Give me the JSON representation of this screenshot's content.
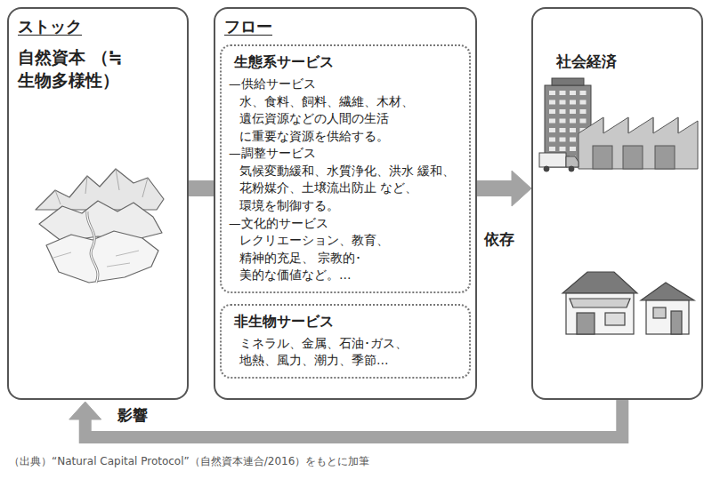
{
  "diagram": {
    "caption": "（出典）“Natural Capital Protocol”（自然資本連合/2016）をもとに加筆",
    "nodes": [
      {
        "text": [
          "ストック",
          "自然資本 （≒生物多様性）"
        ]
      },
      {
        "text": [
          "フロー"
        ]
      },
      {
        "text": [
          "生態系サービス",
          "—供給サービス",
          "水、食料、飼料、繊維、木材、 遺伝資源などの人間の生活 に重要な資源を供給する。",
          "—調整サービス",
          "気候変動緩和、水質浄化、洪水 緩和、花粉媒介、土壌流出防止 など、環境を制御する。",
          "—文化的サービス",
          "レクリエーション、教育、精神的充足、 宗教的･美的な価値など。…"
        ],
        "in": 1
      },
      {
        "text": [
          "非生物サービス",
          "ミネラル、金属、石油･ガス、 地熱、風力、潮力、季節…"
        ],
        "in": 1
      },
      {
        "text": [
          "社会経済"
        ]
      }
    ],
    "edges": [
      {
        "from": 0,
        "to": 1,
        "arrow": "none"
      },
      {
        "from": 1,
        "to": 4,
        "label": "依存",
        "arrow": "to"
      },
      {
        "from": 4,
        "to": 0,
        "label": "影響",
        "arrow": "to"
      }
    ]
  }
}
